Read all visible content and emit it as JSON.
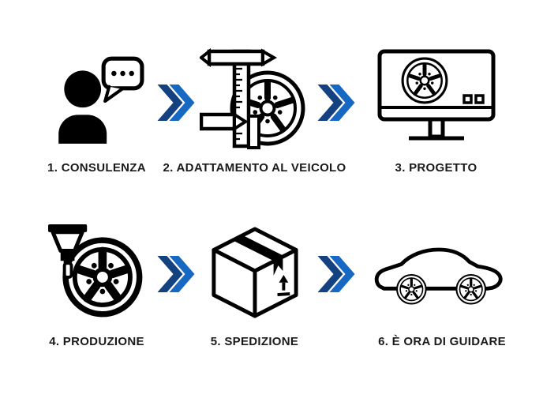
{
  "colors": {
    "background": "#ffffff",
    "icon": "#000000",
    "label_text": "#1a1a1a",
    "arrow_dark": "#14417f",
    "arrow_light": "#1668c2"
  },
  "steps": [
    {
      "label": "1. CONSULENZA",
      "icon": "person-chat"
    },
    {
      "label": "2. ADATTAMENTO AL VEICOLO",
      "icon": "caliper-wheel"
    },
    {
      "label": "3. PROGETTO",
      "icon": "monitor-wheel"
    },
    {
      "label": "4. PRODUZIONE",
      "icon": "milling-tool-wheel"
    },
    {
      "label": "5. SPEDIZIONE",
      "icon": "shipping-box"
    },
    {
      "label": "6. È ORA DI GUIDARE",
      "icon": "car"
    }
  ],
  "arrows": {
    "count": 4,
    "glyph": "double-chevron-right"
  }
}
